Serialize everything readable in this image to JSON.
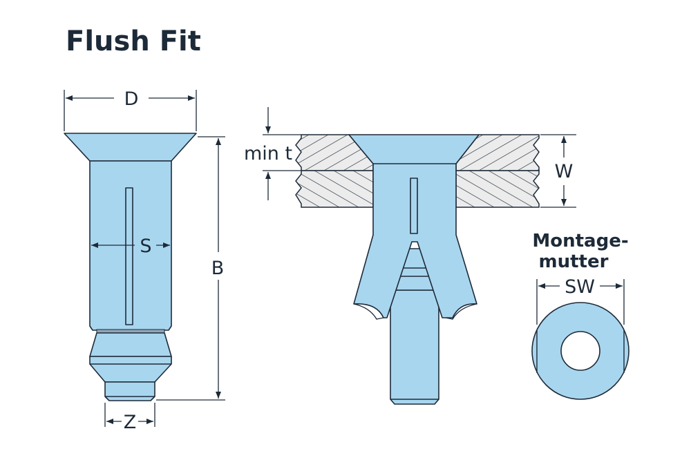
{
  "title": "Flush Fit",
  "labels": {
    "D": "D",
    "S": "S",
    "B": "B",
    "Z": "Z",
    "min_t": "min t",
    "W": "W",
    "SW": "SW",
    "nut_line1": "Montage-",
    "nut_line2": "mutter"
  },
  "colors": {
    "part_fill": "#a9d6ef",
    "stroke": "#1d2a38",
    "hatch_bg": "#ececec"
  }
}
